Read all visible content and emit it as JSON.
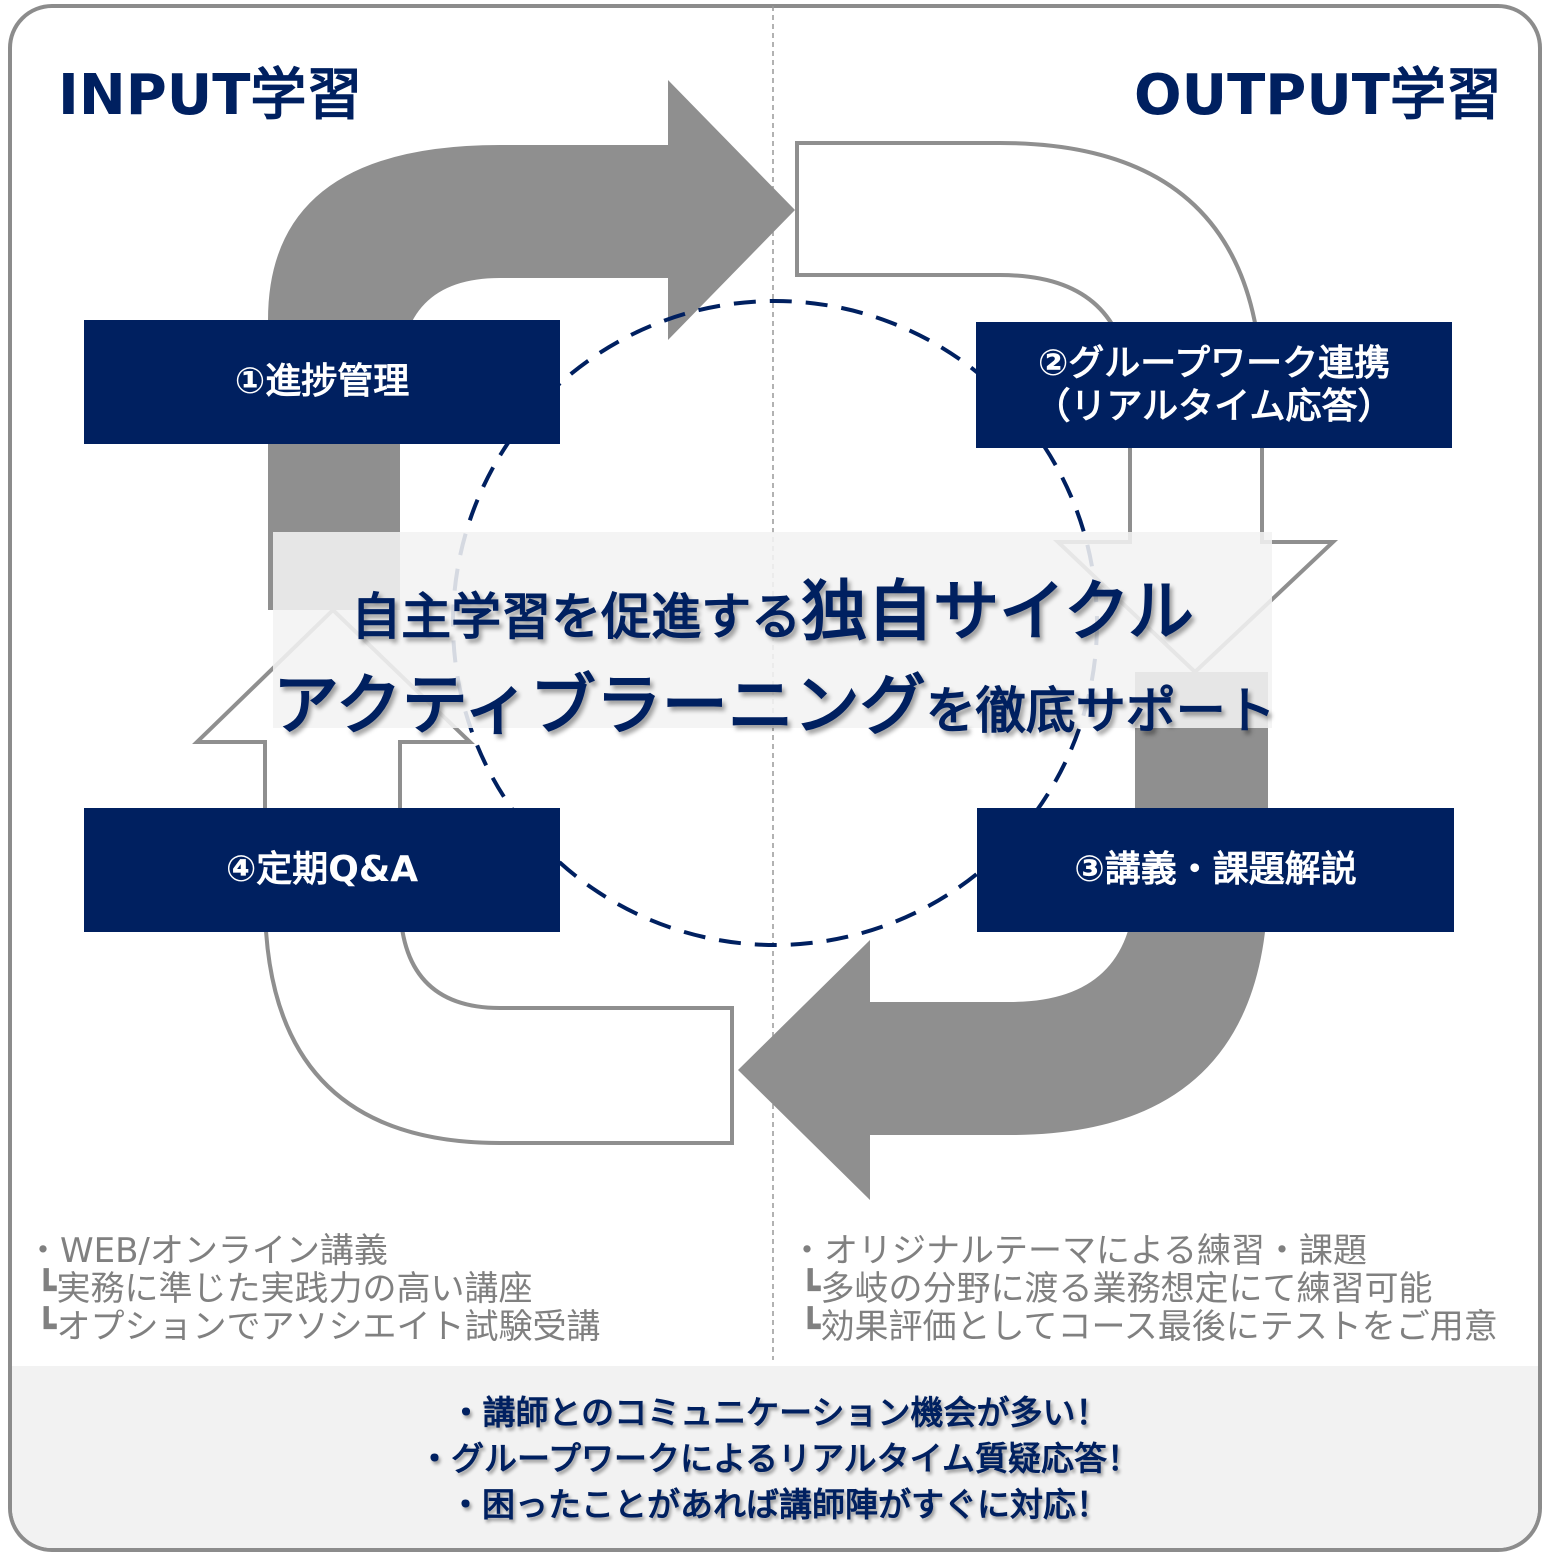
{
  "header": {
    "input_title": "INPUT学習",
    "output_title": "OUTPUT学習"
  },
  "steps": [
    {
      "label": "①進捗管理"
    },
    {
      "label_line1": "②グループワーク連携",
      "label_line2": "（リアルタイム応答）"
    },
    {
      "label": "③講義・課題解説"
    },
    {
      "label": "④定期Q&A"
    }
  ],
  "center": {
    "line1_prefix": "自主学習を促進する",
    "line1_emphasis": "独自サイクル",
    "line2_emphasis": "アクティブラーニング",
    "line2_suffix": "を徹底サポート"
  },
  "input_list": [
    "・WEB/オンライン講義",
    "┗実務に準じた実践力の高い講座",
    "┗オプションでアソシエイト試験受講"
  ],
  "output_list": [
    "・オリジナルテーマによる練習・課題",
    "┗多岐の分野に渡る業務想定にて練習可能",
    "┗効果評価としてコース最後にテストをご用意"
  ],
  "highlights": [
    "・講師とのコミュニケーション機会が多い！",
    "・グループワークによるリアルタイム質疑応答！",
    "・困ったことがあれば講師陣がすぐに対応！"
  ],
  "colors": {
    "navy": "#002060",
    "arrow_gray": "#8f8f8f",
    "frame": "#8c8c8c",
    "band": "#f2f2f2"
  }
}
